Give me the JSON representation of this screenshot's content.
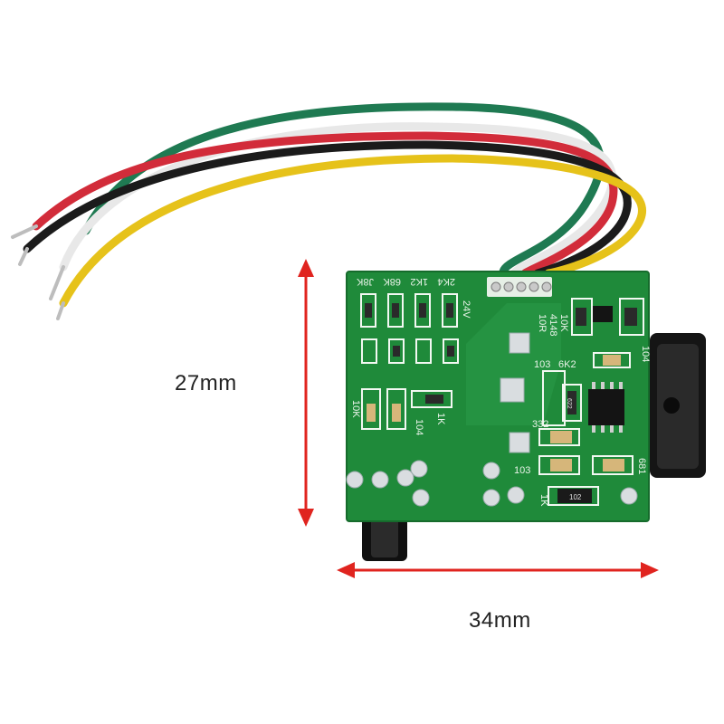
{
  "dimensions": {
    "height_label": "27mm",
    "width_label": "34mm"
  },
  "silkscreen": {
    "top_row": [
      "J8K",
      "68K",
      "1K2",
      "2K4"
    ],
    "voltage": "24V",
    "diode_labels": [
      "10K",
      "4148",
      "10R"
    ],
    "left_labels": [
      "10K",
      "104",
      "1K"
    ],
    "mid_labels": [
      "103",
      "6K2"
    ],
    "right_labels": [
      "104",
      "332",
      "103",
      "681",
      "1K"
    ],
    "chip_codes": [
      "102",
      "622"
    ]
  },
  "colors": {
    "board": "#1f8a3a",
    "board_dark": "#166b2c",
    "arrow": "#e0241f",
    "wires": [
      "#d22c3a",
      "#1b1b1b",
      "#f4f4f4",
      "#e6c21a",
      "#1f7a52"
    ]
  }
}
